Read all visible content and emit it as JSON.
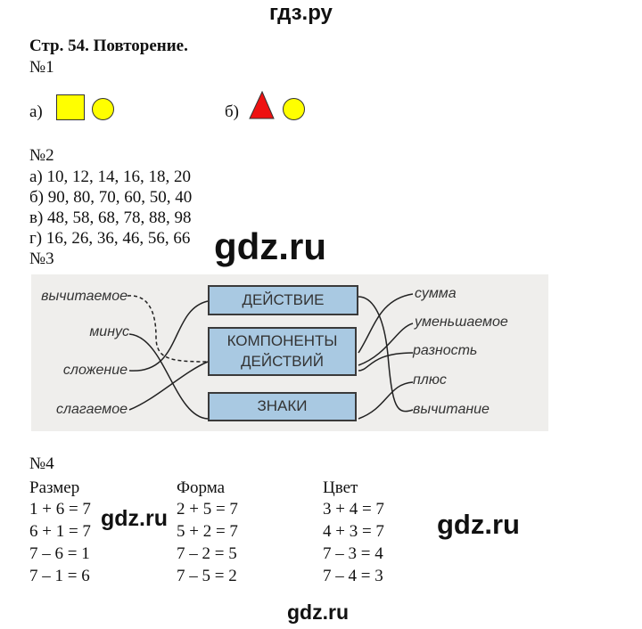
{
  "watermarks": {
    "top": "гдз.ру",
    "main": "gdz.ru",
    "left": "gdz.ru",
    "right": "gdz.ru",
    "bottom": "gdz.ru"
  },
  "title": "Стр. 54. Повторение.",
  "task1": {
    "label": "№1",
    "a": "а)",
    "b": "б)",
    "colors": {
      "yellow": "#ffff00",
      "red": "#ee1111"
    }
  },
  "task2": {
    "label": "№2",
    "lines": [
      "а) 10, 12, 14, 16, 18, 20",
      "б) 90, 80, 70, 60, 50, 40",
      "в) 48, 58, 68, 78, 88, 98",
      "г) 16, 26, 36, 46, 56, 66"
    ]
  },
  "task3": {
    "label": "№3",
    "boxes": [
      "ДЕЙСТВИЕ",
      "КОМПОНЕНТЫ ДЕЙСТВИЙ",
      "ЗНАКИ"
    ],
    "left": [
      "вычитаемое",
      "минус",
      "сложение",
      "слагаемое"
    ],
    "right": [
      "сумма",
      "уменьшаемое",
      "разность",
      "плюс",
      "вычитание"
    ]
  },
  "task4": {
    "label": "№4",
    "headers": [
      "Размер",
      "Форма",
      "Цвет"
    ],
    "rows": [
      [
        "1 + 6 = 7",
        "2 + 5 = 7",
        "3 + 4 = 7"
      ],
      [
        "6 + 1 = 7",
        "5 + 2 = 7",
        "4 + 3 = 7"
      ],
      [
        "7 – 6 = 1",
        "7 – 2 = 5",
        "7 – 3 = 4"
      ],
      [
        "7 – 1 = 6",
        "7 – 5 = 2",
        "7 – 4 = 3"
      ]
    ]
  }
}
